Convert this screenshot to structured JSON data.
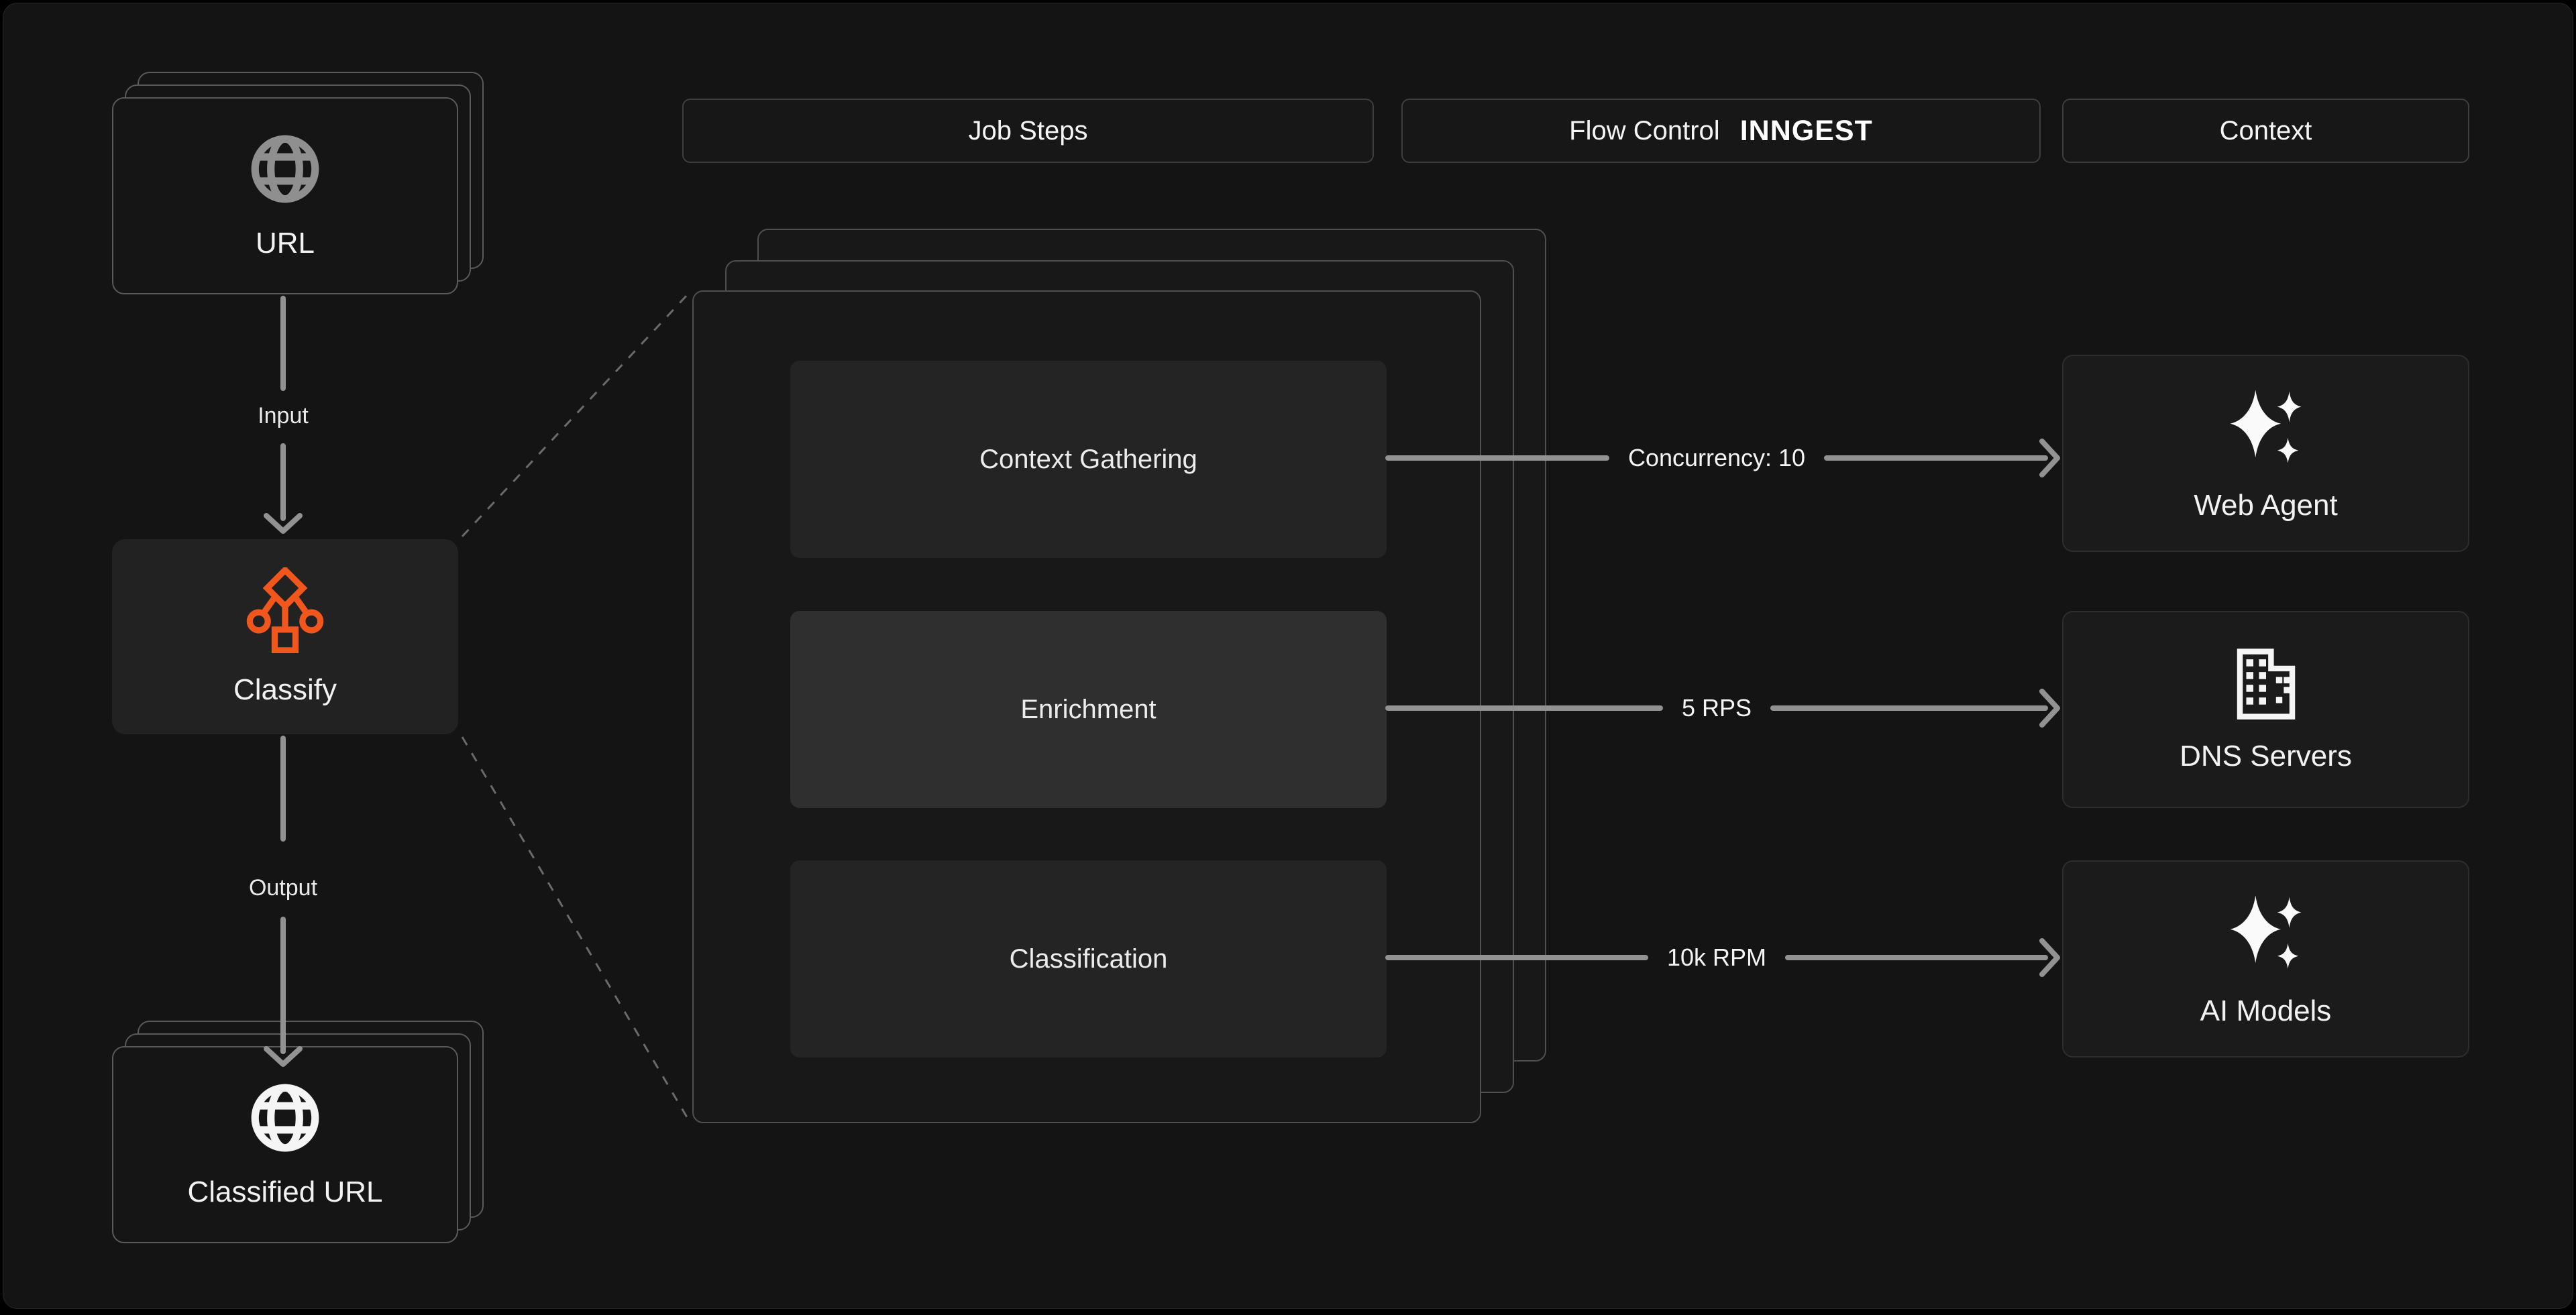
{
  "colors": {
    "background": "#141414",
    "accent_orange": "#f1561d",
    "arrow_gray": "#929292",
    "dashed_gray": "#6a6a6a",
    "card_border": "#5a5a5a"
  },
  "headers": [
    {
      "label": "Job Steps"
    },
    {
      "label": "Flow Control",
      "brand": "INNGEST"
    },
    {
      "label": "Context"
    }
  ],
  "pipeline": {
    "source": {
      "label": "URL",
      "icon": "globe-icon"
    },
    "input_edge": {
      "label": "Input"
    },
    "classify": {
      "label": "Classify",
      "icon": "decision-tree-icon"
    },
    "output_edge": {
      "label": "Output"
    },
    "result": {
      "label": "Classified URL",
      "icon": "globe-icon"
    }
  },
  "job_steps": {
    "steps": [
      {
        "label": "Context Gathering",
        "highlighted": false
      },
      {
        "label": "Enrichment",
        "highlighted": true
      },
      {
        "label": "Classification",
        "highlighted": false
      }
    ]
  },
  "flow_control": {
    "edges": [
      {
        "label": "Concurrency: 10"
      },
      {
        "label": "5 RPS"
      },
      {
        "label": "10k RPM"
      }
    ]
  },
  "context_services": [
    {
      "label": "Web Agent",
      "icon": "sparkles-icon"
    },
    {
      "label": "DNS Servers",
      "icon": "building-icon"
    },
    {
      "label": "AI Models",
      "icon": "sparkles-icon"
    }
  ]
}
